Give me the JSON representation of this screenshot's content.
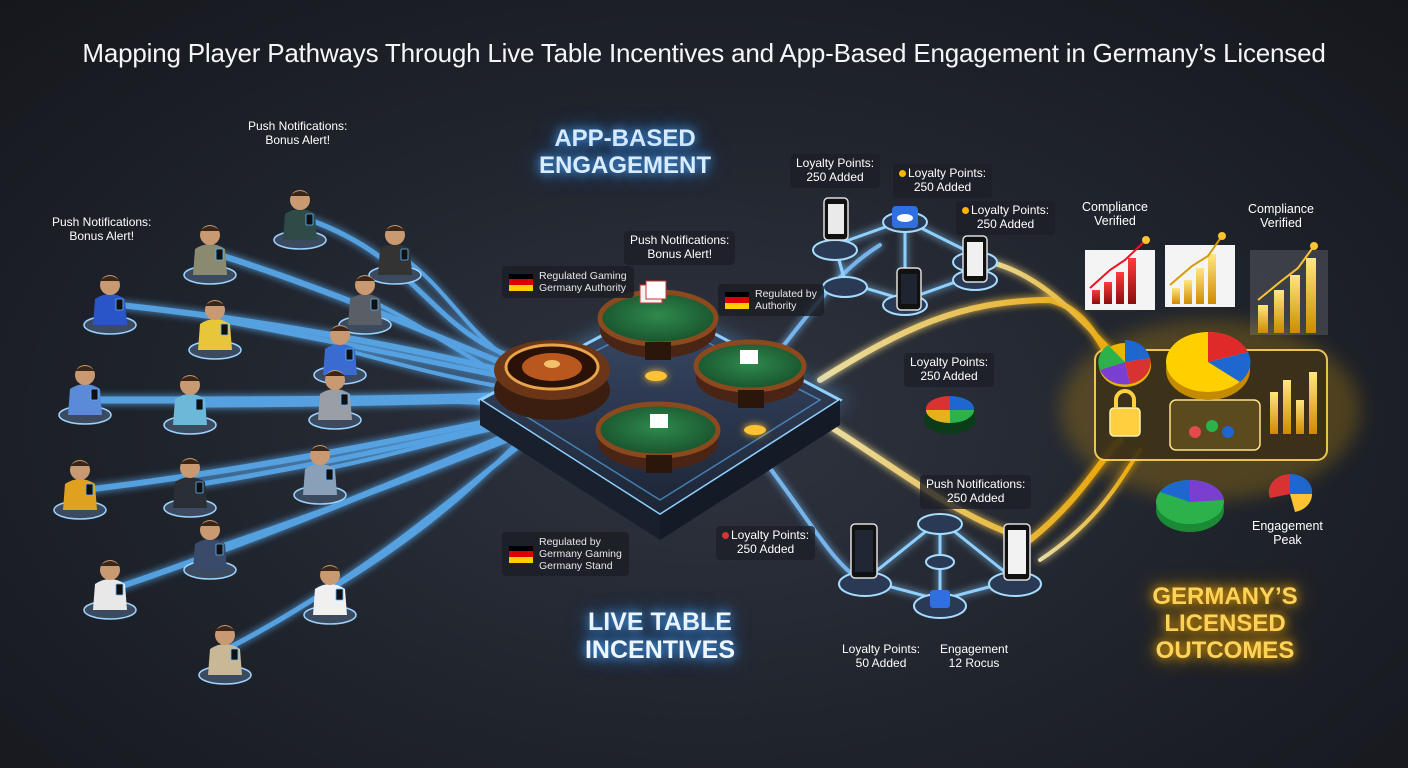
{
  "title": "Mapping Player Pathways Through Live Table Incentives and App-Based Engagement in Germany’s Licensed",
  "sections": {
    "app": "APP-BASED\nENGAGEMENT",
    "live": "LIVE TABLE\nINCENTIVES",
    "germany": "GERMANY’S\nLICENSED\nOUTCOMES"
  },
  "labels": {
    "push_top": "Push Notifications:\nBonus Alert!",
    "push_left": "Push Notifications:\nBonus Alert!",
    "push_center": "Push Notifications:\nBonus Alert!",
    "flag_regulated_1": "Regulated Gaming\nGermany Authority",
    "flag_regulated_2": "Regulated by\nAuthority",
    "flag_regulated_3": "Regulated by\nGermany Gaming\nGermany Stand",
    "loyalty_1": "Loyalty Points:\n250 Added",
    "loyalty_2": "Loyalty Points:\n250 Added",
    "loyalty_3": "Loyalty Points:\n250 Added",
    "loyalty_mid": "Loyalty Points:\n250 Added",
    "loyalty_low": "Loyalty Points:\n250 Added",
    "push_loyalty": "Push Notifications:\n250 Added",
    "loyalty_50": "Loyalty Points:\n50 Added",
    "engagement_12": "Engagement\n12 Rocus",
    "compliance_1": "Compliance\nVerified",
    "compliance_2": "Compliance\nVerified",
    "engagement_peak": "Engagement\nPeak"
  },
  "colors": {
    "blue_glow": "#5fb6ff",
    "gold_glow": "#ffc233",
    "table_green": "#1f6b3a",
    "platform": "#2b3a55"
  },
  "icons": [
    "roulette-icon",
    "blackjack-table-icon",
    "smartphone-icon",
    "cloud-icon",
    "pie-chart-icon",
    "bar-chart-icon",
    "lock-icon",
    "player-figure-icon"
  ]
}
